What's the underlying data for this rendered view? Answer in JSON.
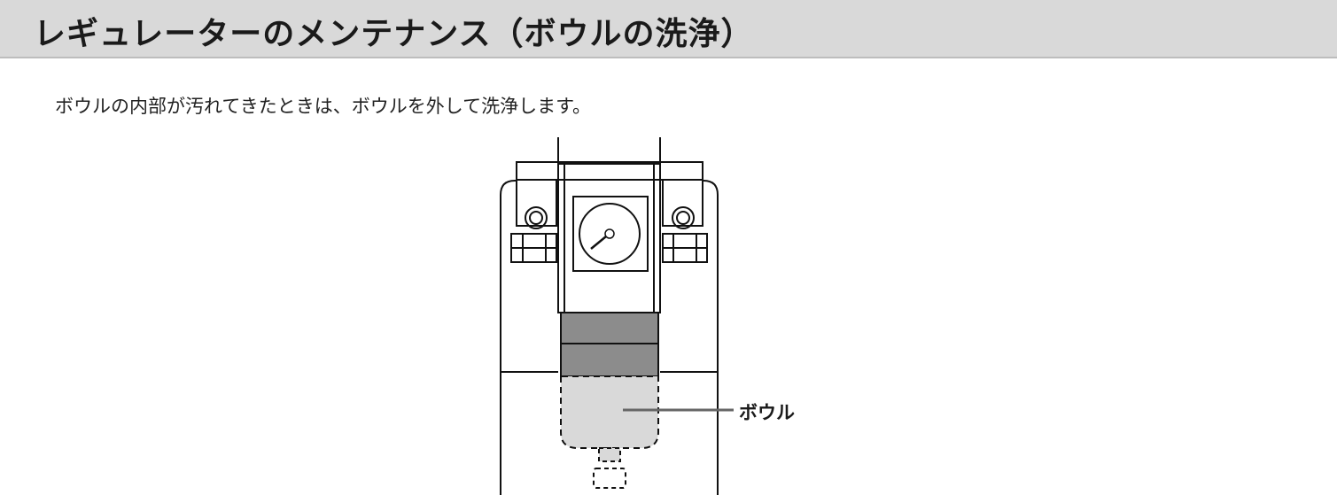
{
  "header": {
    "title": "レギュレーターのメンテナンス（ボウルの洗浄）"
  },
  "body": {
    "intro": "ボウルの内部が汚れてきたときは、ボウルを外して洗浄します。"
  },
  "figure": {
    "callout_label": "ボウル"
  },
  "colors": {
    "title_background": "#d9d9d9",
    "bowl_fill": "#d9d9d9",
    "neck_fill": "#8c8c8c"
  }
}
